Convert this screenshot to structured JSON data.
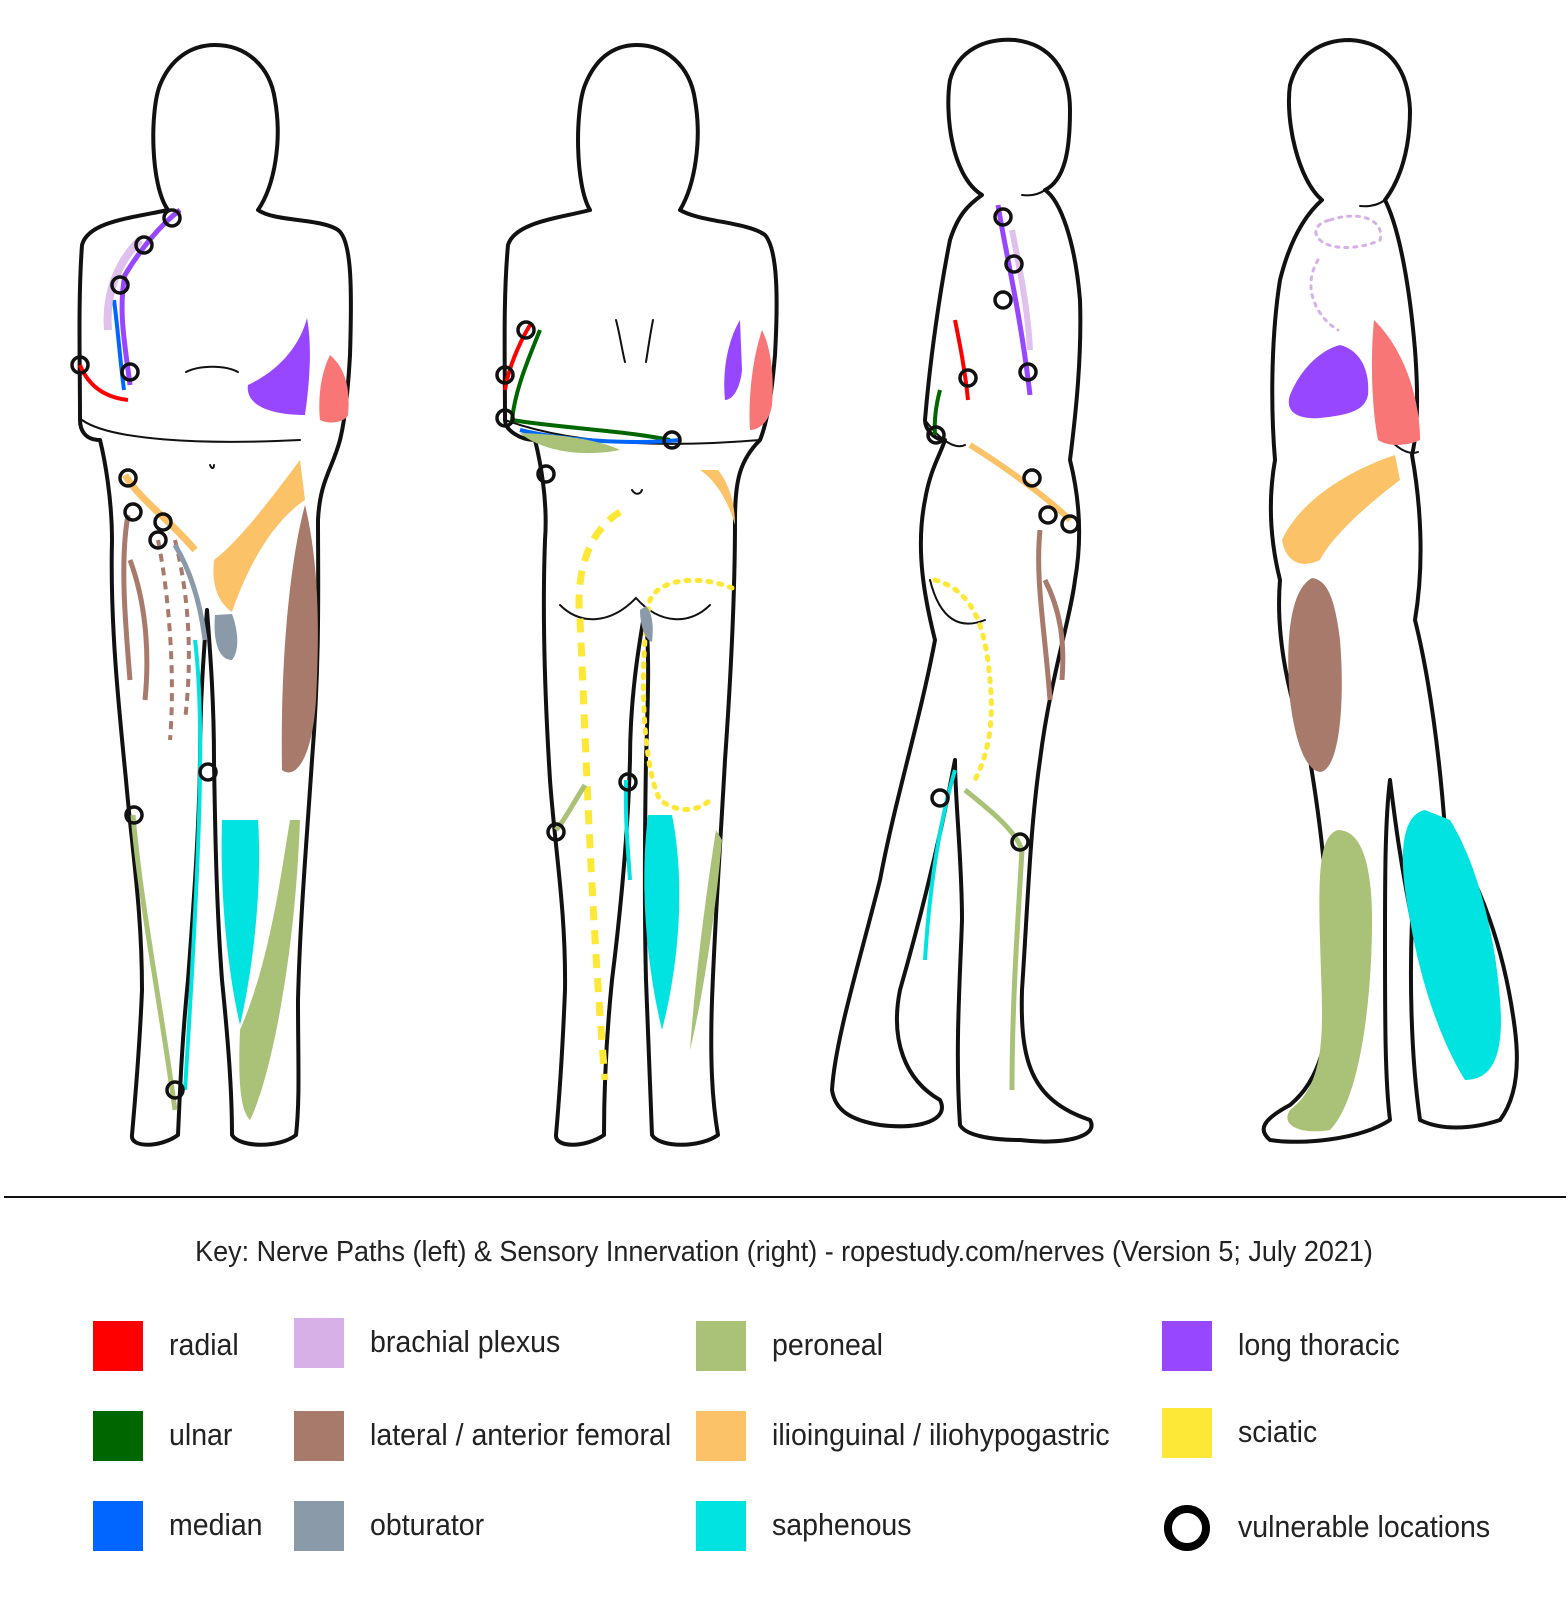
{
  "key": {
    "title": "Key: Nerve Paths (left) & Sensory Innervation (right) - ropestudy.com/nerves (Version 5; July 2021)"
  },
  "legend": [
    {
      "label": "radial",
      "color": "#ff0000",
      "col": 0,
      "row": 0,
      "icon": "swatch"
    },
    {
      "label": "ulnar",
      "color": "#006600",
      "col": 0,
      "row": 1,
      "icon": "swatch"
    },
    {
      "label": "median",
      "color": "#0066ff",
      "col": 0,
      "row": 2,
      "icon": "swatch"
    },
    {
      "label": "brachial plexus",
      "color": "#d8b0e8",
      "col": 1,
      "row": 0,
      "icon": "swatch"
    },
    {
      "label": "lateral / anterior femoral",
      "color": "#a87a6c",
      "col": 1,
      "row": 1,
      "icon": "swatch"
    },
    {
      "label": "obturator",
      "color": "#8a9aa8",
      "col": 1,
      "row": 2,
      "icon": "swatch"
    },
    {
      "label": "peroneal",
      "color": "#a9c277",
      "col": 2,
      "row": 0,
      "icon": "swatch"
    },
    {
      "label": "ilioinguinal / iliohypogastric",
      "color": "#fcc268",
      "col": 2,
      "row": 1,
      "icon": "swatch"
    },
    {
      "label": "saphenous",
      "color": "#00e3e0",
      "col": 2,
      "row": 2,
      "icon": "swatch"
    },
    {
      "label": "long thoracic",
      "color": "#9747ff",
      "col": 3,
      "row": 0,
      "icon": "swatch"
    },
    {
      "label": "sciatic",
      "color": "#fde837",
      "col": 3,
      "row": 1,
      "icon": "swatch"
    },
    {
      "label": "vulnerable locations",
      "color": "#000000",
      "col": 3,
      "row": 2,
      "icon": "ring-icon"
    }
  ]
}
